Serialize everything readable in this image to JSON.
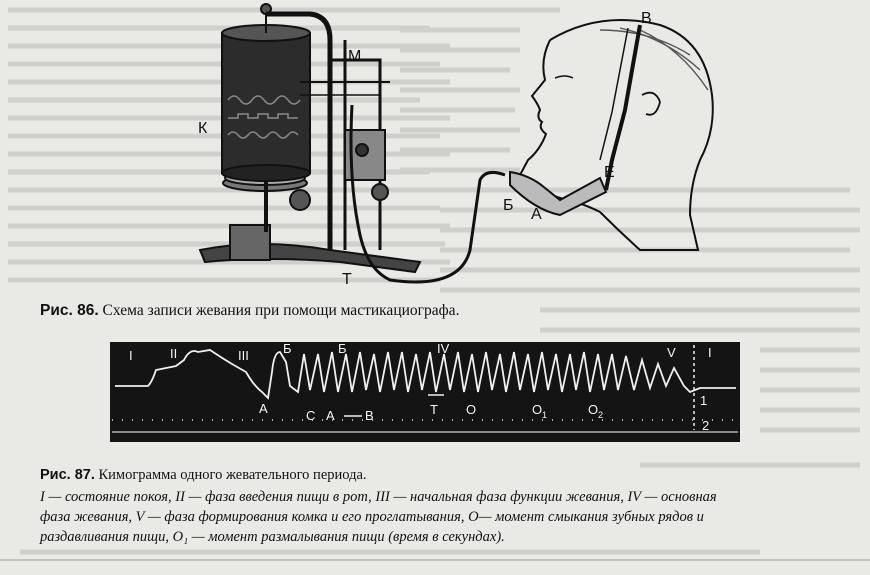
{
  "fig86": {
    "labels": {
      "K": "К",
      "M": "М",
      "T": "Т",
      "B": "В",
      "E": "Е",
      "Bz": "Б",
      "A": "А"
    },
    "caption_num": "Рис. 86.",
    "caption_text": " Схема записи жевания при помощи мастикациографа."
  },
  "fig87": {
    "marks": {
      "I_left": "I",
      "II": "II",
      "III": "III",
      "A": "А",
      "B1": "Б",
      "B2": "Б",
      "IV": "IV",
      "C": "С",
      "A2": "А",
      "Bv": "В",
      "T": "Т",
      "O": "О",
      "O1": "О",
      "O1sub": "1",
      "O2": "О",
      "O2sub": "2",
      "V": "V",
      "I_right": "I",
      "bar1": "1",
      "bar2": "2"
    },
    "caption_num": "Рис. 87.",
    "caption_text": " Кимограмма одного жевательного периода.",
    "legend_line1": "I — состояние покоя, II — фаза введения пищи в рот, III — начальная фаза функции жевания, IV — основная",
    "legend_line2": "фаза жевания, V — фаза формирования комка и его проглатывания, О— момент смыкания зубных рядов и",
    "legend_line3": "раздавливания пищи, О₁ — момент размалывания пищи (время в секундах)."
  }
}
